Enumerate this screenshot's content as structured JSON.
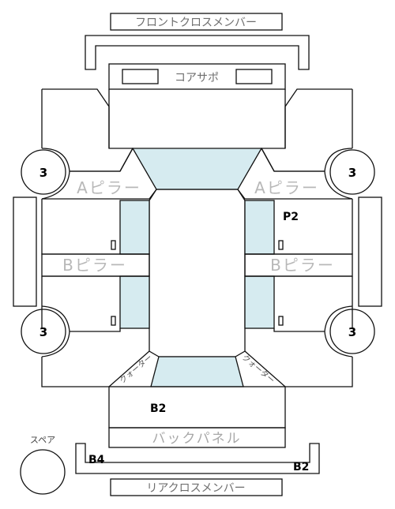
{
  "labels": {
    "front_cross_member": "フロントクロスメンバー",
    "core_support": "コアサポ",
    "a_pillar_left": "Aピラー",
    "a_pillar_right": "Aピラー",
    "b_pillar_left": "Bピラー",
    "b_pillar_right": "Bピラー",
    "back_panel": "バックパネル",
    "rear_cross_member": "リアクロスメンバー",
    "spare": "スペア",
    "quarter_left": "クォーター",
    "quarter_right": "クォーター"
  },
  "marks": {
    "p2": "P2",
    "b2_back": "B2",
    "b4_rear": "B4",
    "b2_rear": "B2"
  },
  "wheels": {
    "front_left": "3",
    "front_right": "3",
    "rear_left": "3",
    "rear_right": "3"
  },
  "colors": {
    "glass": "#d6ebf0",
    "line": "#111111",
    "label_gray": "#6e6e6e",
    "pillar_text": "#b8b8b8"
  }
}
